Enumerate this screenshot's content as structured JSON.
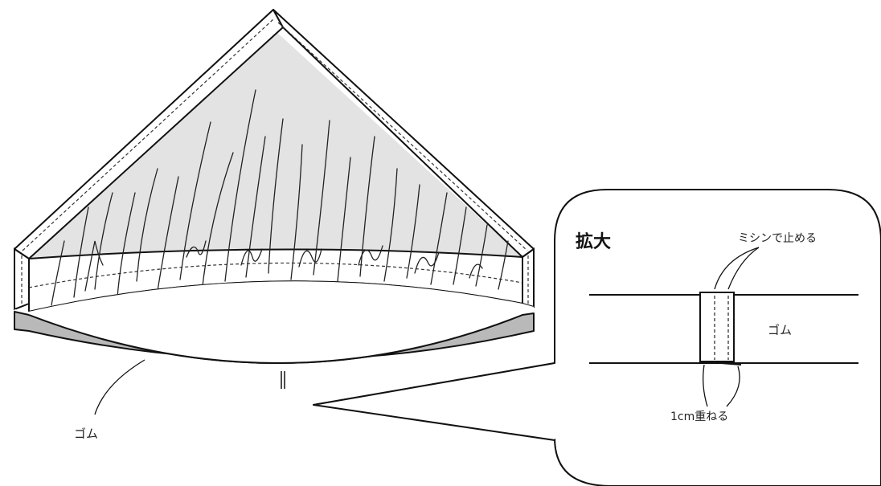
{
  "labels": {
    "elastic_main": "ゴム",
    "zoom_title": "拡大",
    "stitch_note": "ミシンで止める",
    "elastic_zoom": "ゴム",
    "overlap_note": "1cm重ねる"
  },
  "colors": {
    "fabric": "#e3e3e3",
    "band": "#b9b9b9",
    "outline": "#111111"
  }
}
